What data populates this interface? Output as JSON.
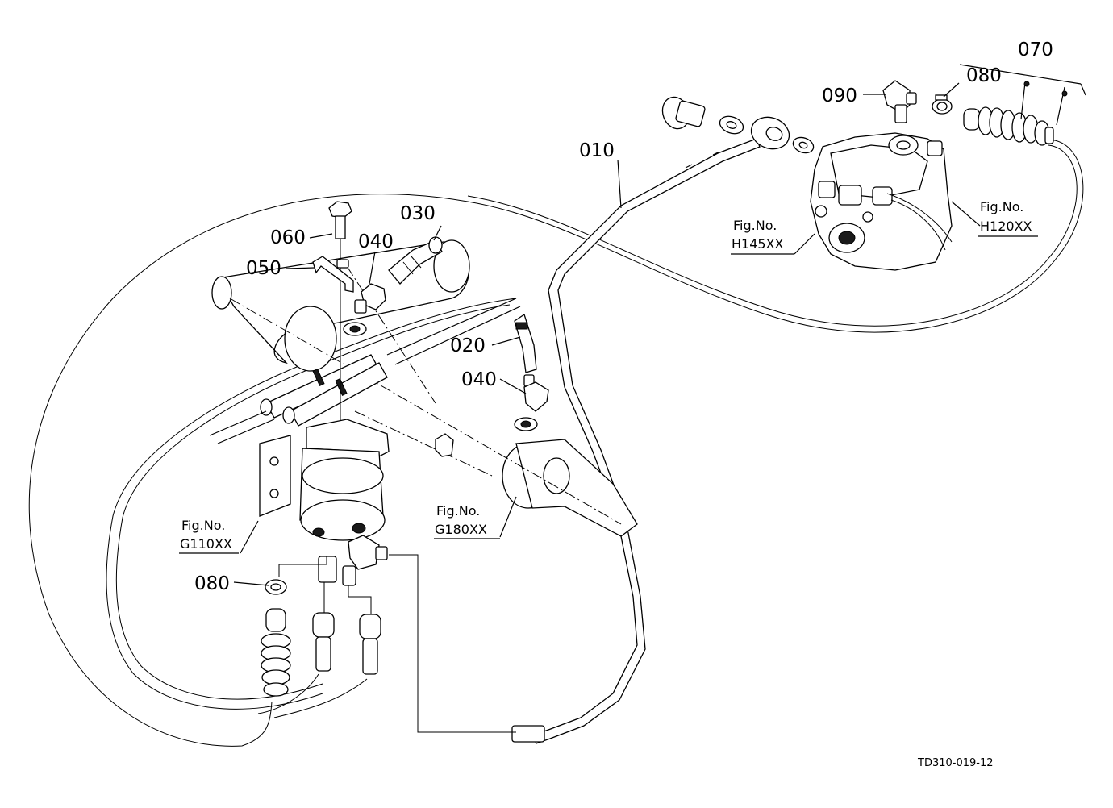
{
  "diagram": {
    "drawing_code": "TD310-019-12",
    "part_callouts": {
      "p010": "010",
      "p020": "020",
      "p030": "030",
      "p040a": "040",
      "p040b": "040",
      "p050": "050",
      "p060": "060",
      "p070": "070",
      "p080a": "080",
      "p080b": "080",
      "p090": "090"
    },
    "figure_refs": {
      "g110": {
        "label": "Fig.No.",
        "code": "G110XX"
      },
      "g180": {
        "label": "Fig.No.",
        "code": "G180XX"
      },
      "h145": {
        "label": "Fig.No.",
        "code": "H145XX"
      },
      "h120": {
        "label": "Fig.No.",
        "code": "H120XX"
      }
    }
  }
}
